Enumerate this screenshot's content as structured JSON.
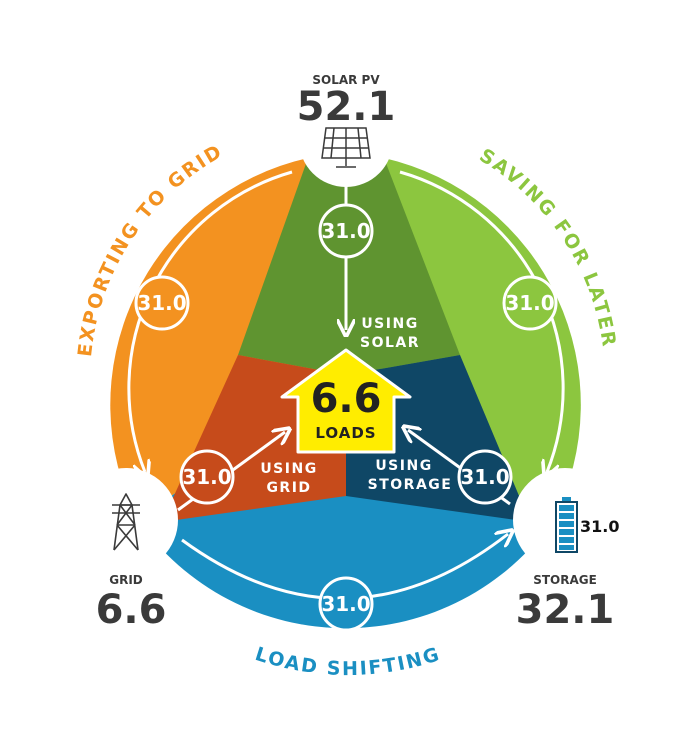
{
  "nodes": {
    "solar": {
      "name": "SOLAR PV",
      "value": "52.1",
      "icon": "solar-panel-icon"
    },
    "grid": {
      "name": "GRID",
      "value": "6.6",
      "icon": "transmission-tower-icon"
    },
    "storage": {
      "name": "STORAGE",
      "value": "32.1",
      "icon": "battery-icon",
      "battery_level_label": "31.0"
    }
  },
  "loads": {
    "value": "6.6",
    "label": "LOADS"
  },
  "arcs": {
    "exporting": {
      "label": "EXPORTING TO GRID",
      "value": "31.0",
      "color": "#f39220"
    },
    "saving": {
      "label": "SAVING FOR LATER",
      "value": "31.0",
      "color": "#8cc63f"
    },
    "shifting": {
      "label": "LOAD SHIFTING",
      "value": "31.0",
      "color": "#1a8fc2"
    }
  },
  "wedges": {
    "solar": {
      "label_line1": "USING",
      "label_line2": "SOLAR",
      "value": "31.0",
      "color": "#5f9430"
    },
    "grid": {
      "label_line1": "USING",
      "label_line2": "GRID",
      "value": "31.0",
      "color": "#c64b1b"
    },
    "storage": {
      "label_line1": "USING",
      "label_line2": "STORAGE",
      "value": "31.0",
      "color": "#0f4766"
    }
  },
  "colors": {
    "loads_arrow": "#ffed00",
    "text_dark": "#3a3a3a",
    "arrow": "#ffffff"
  }
}
